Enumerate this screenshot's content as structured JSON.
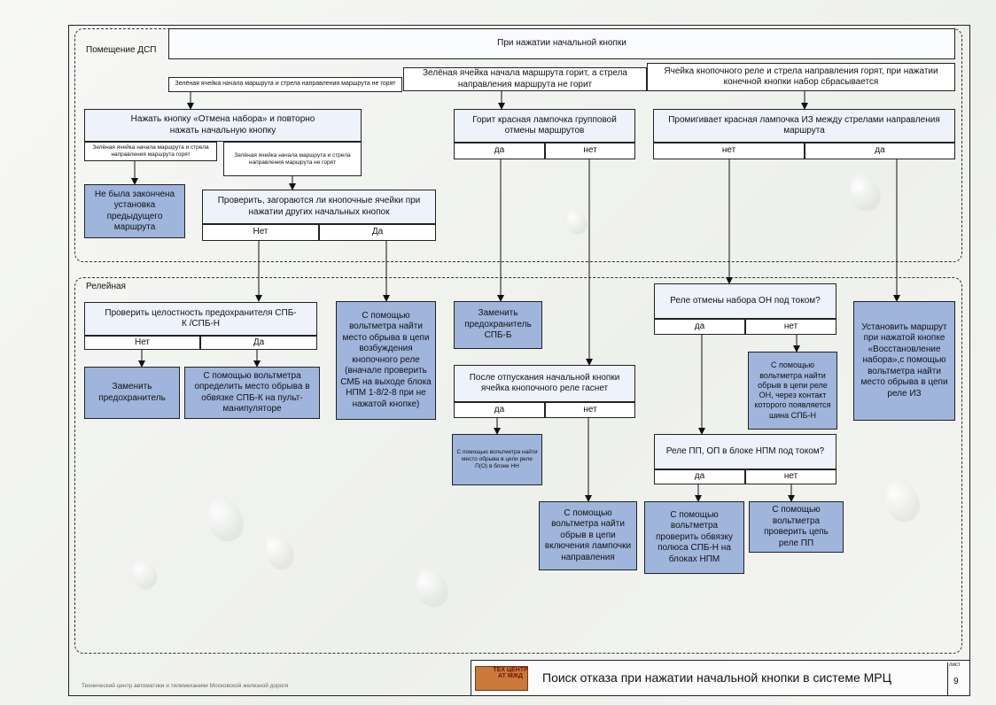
{
  "zones": {
    "dsp": "Помещение ДСП",
    "relay": "Релейная"
  },
  "top": {
    "header": "При нажатии начальной кнопки",
    "c1": "Зелёная ячейка начала маршрута и стрела направления маршрута не горят",
    "c2": "Зелёная ячейка начала маршрута горит, а стрела направления маршрута не горит",
    "c3": "Ячейка кнопочного реле и стрела направления горят, при нажатии конечной кнопки набор сбрасывается"
  },
  "left": {
    "cancel": "Нажать кнопку «Отмена набора» и повторно нажать начальную кнопку",
    "lit": "Зелёная ячейка начала маршрута и стрела направления маршрута горят",
    "notlit": "Зелёная ячейка начала маршрута и стрела направления маршрута не горят",
    "unfinished": "Не была закончена установка предыдущего маршрута",
    "check": "Проверить, загораются ли кнопочные ячейки при нажатии других начальных кнопок",
    "no": "Нет",
    "yes": "Да"
  },
  "mid": {
    "lamp": "Горит красная лампочка групповой отмены маршрутов",
    "yes": "да",
    "no": "нет",
    "fuse": "Заменить предохранитель СПБ-Б",
    "release": "После отпускания начальной кнопки ячейка кнопочного реле гаснет",
    "yes2": "да",
    "no2": "нет",
    "small": "С помощью вольтметра найти место обрыва в цепи реле П(О) в блоке НН",
    "arrow": "С помощью вольтметра найти обрыв в цепи включения лампочки направления"
  },
  "right": {
    "blink": "Промигивает красная лампочка ИЗ между стрелами направления маршрута",
    "no": "нет",
    "yes": "да",
    "on": "Реле отмены набора ОН под током?",
    "yes2": "да",
    "no2": "нет",
    "on_break": "С помощью вольтметра найти обрыв в цепи реле ОН, через контакт которого появляется шина СПБ-Н",
    "pp": "Реле ПП, ОП в блоке НПМ под током?",
    "yes3": "да",
    "no3": "нет",
    "poles": "С помощью вольтметра проверить обвязку полюса СПБ-Н на блоках НПМ",
    "ppcheck": "С помощью вольтметра проверить цепь реле ПП",
    "restore": "Установить маршрут при нажатой кнопке «Восстановление набора»,с помощью вольтметра найти место обрыва в цепи реле ИЗ"
  },
  "relay": {
    "fusecheck": "Проверить целостность предохранителя СПБ-К /СПБ-Н",
    "no": "Нет",
    "yes": "Да",
    "replace": "Заменить предохранитель",
    "harness": "С помощью вольтметра определить место обрыва в обвязке СПБ-К на пульт-манипуляторе",
    "excite": "С помощью вольтметра найти место обрыва в цепи возбуждения кнопочного реле (вначале проверить СМБ на выходе блока НПМ 1-8/2-8 при не нажатой кнопке)"
  },
  "titleblock": {
    "logo": "ТЕХ ЦЕНТР АТ МЖД",
    "title": "Поиск отказа при нажатии начальной кнопки в системе МРЦ",
    "sheet_label": "лист",
    "sheet": "9"
  },
  "footer": "Технический центр автоматики и телемеханики Московской железной дороги",
  "colors": {
    "action": "#9fb5db",
    "question": "#eef2fa",
    "line": "#222222"
  }
}
